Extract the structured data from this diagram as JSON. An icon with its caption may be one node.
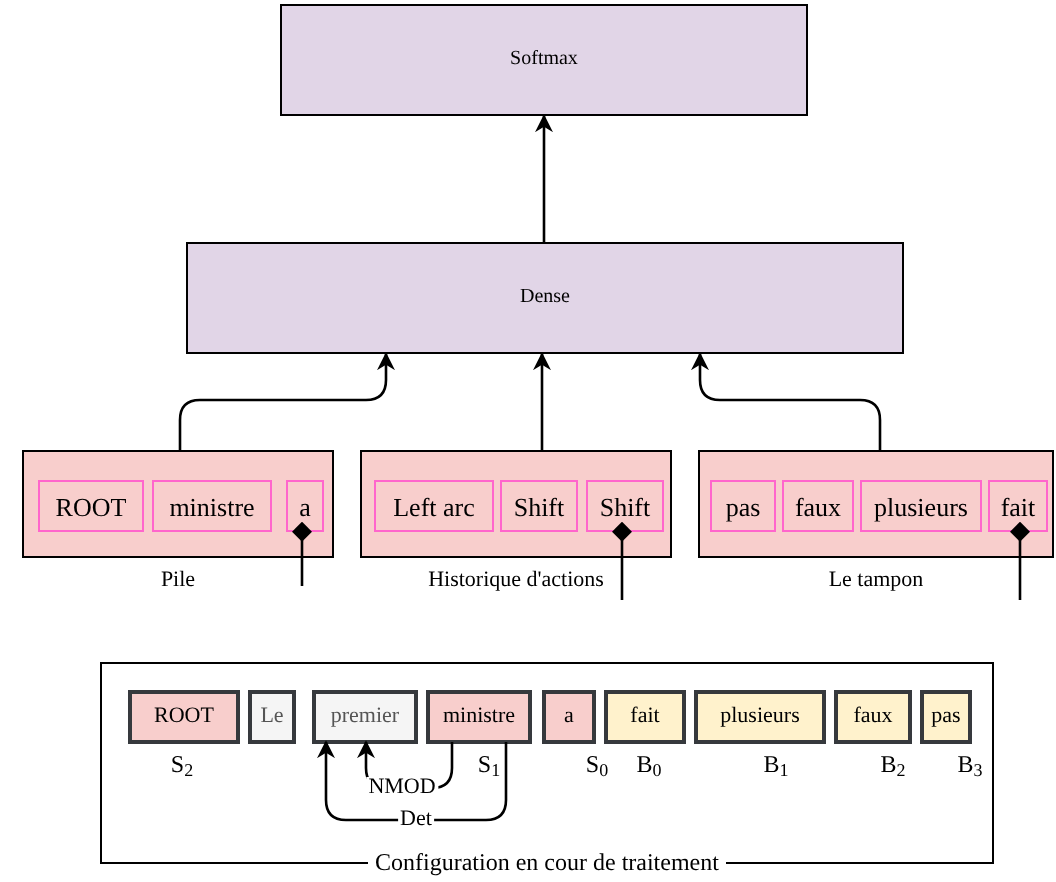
{
  "diagram": {
    "nodes": [
      {
        "text": [
          "Softmax"
        ]
      },
      {
        "text": [
          "Dense"
        ]
      },
      {
        "text": [
          "Pile"
        ]
      },
      {
        "text": [
          "ROOT"
        ],
        "in": 2
      },
      {
        "text": [
          "ministre"
        ],
        "in": 2
      },
      {
        "text": [
          "a"
        ],
        "in": 2
      },
      {
        "text": [
          "Historique d'actions"
        ]
      },
      {
        "text": [
          "Left arc"
        ],
        "in": 6
      },
      {
        "text": [
          "Shift"
        ],
        "in": 6
      },
      {
        "text": [
          "Shift"
        ],
        "in": 6
      },
      {
        "text": [
          "Le tampon"
        ]
      },
      {
        "text": [
          "pas"
        ],
        "in": 10
      },
      {
        "text": [
          "faux"
        ],
        "in": 10
      },
      {
        "text": [
          "plusieurs"
        ],
        "in": 10
      },
      {
        "text": [
          "fait"
        ],
        "in": 10
      },
      {
        "text": [
          "Configuration en cour de traitement"
        ]
      },
      {
        "text": [
          "ROOT"
        ],
        "in": 15,
        "beside": [
          "S$_{2}$"
        ]
      },
      {
        "text": [
          "Le"
        ],
        "in": 15
      },
      {
        "text": [
          "premier"
        ],
        "in": 15
      },
      {
        "text": [
          "ministre"
        ],
        "in": 15,
        "beside": [
          "S$_{1}$"
        ]
      },
      {
        "text": [
          "a"
        ],
        "in": 15,
        "beside": [
          "S$_{0}$"
        ]
      },
      {
        "text": [
          "fait"
        ],
        "in": 15,
        "beside": [
          "B$_{0}$"
        ]
      },
      {
        "text": [
          "plusieurs"
        ],
        "in": 15,
        "beside": [
          "B$_{1}$"
        ]
      },
      {
        "text": [
          "faux"
        ],
        "in": 15,
        "beside": [
          "B$_{2}$"
        ]
      },
      {
        "text": [
          "pas"
        ],
        "in": 15,
        "beside": [
          "B$_{3}$"
        ]
      }
    ],
    "edges": [
      {
        "from": 1,
        "to": 0,
        "arrow": "to"
      },
      {
        "from": 2,
        "to": 1,
        "arrow": "to"
      },
      {
        "from": 6,
        "to": 1,
        "arrow": "to"
      },
      {
        "from": 10,
        "to": 1,
        "arrow": "to"
      },
      {
        "from": 5,
        "to": null,
        "arrow": "other"
      },
      {
        "from": 9,
        "to": null,
        "arrow": "other"
      },
      {
        "from": 14,
        "to": null,
        "arrow": "other"
      },
      {
        "from": 19,
        "to": 18,
        "arrow": "to",
        "label": "NMOD"
      },
      {
        "from": 19,
        "to": 18,
        "arrow": "to",
        "label": "Det"
      }
    ]
  }
}
